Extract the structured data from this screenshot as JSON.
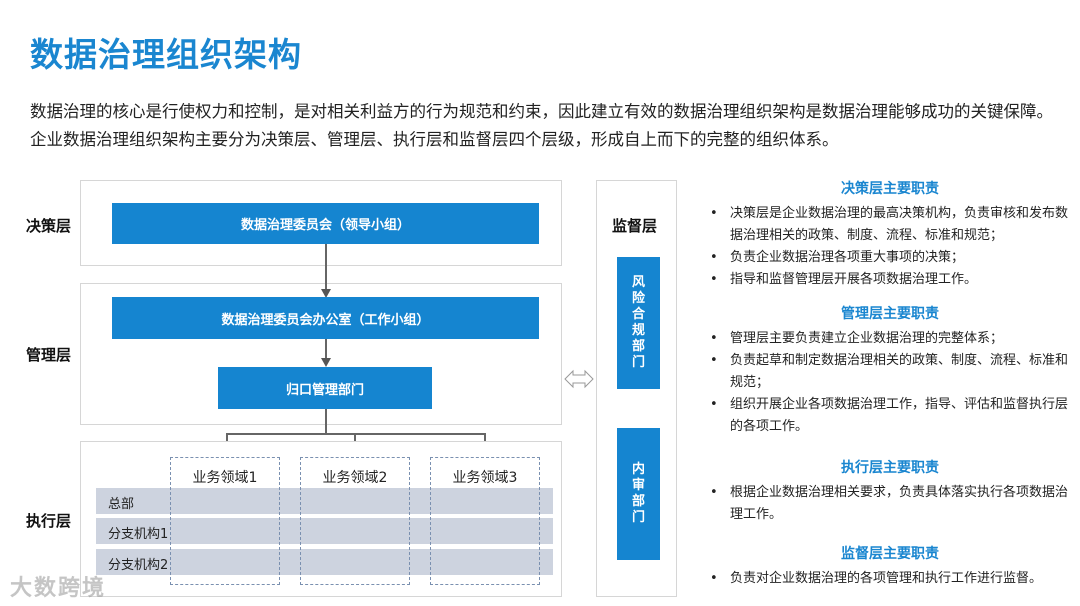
{
  "title": "数据治理组织架构",
  "intro": "数据治理的核心是行使权力和控制，是对相关利益方的行为规范和约束，因此建立有效的数据治理组织架构是数据治理能够成功的关键保障。企业数据治理组织架构主要分为决策层、管理层、执行层和监督层四个层级，形成自上而下的完整的组织体系。",
  "layers": {
    "decision": "决策层",
    "management": "管理层",
    "execution": "执行层",
    "supervision": "监督层"
  },
  "decision_box": "数据治理委员会（领导小组）",
  "management_boxes": {
    "office": "数据治理委员会办公室（工作小组）",
    "dept": "归口管理部门"
  },
  "execution": {
    "domains": [
      "业务领域1",
      "业务领域2",
      "业务领域3"
    ],
    "rows": [
      "总部",
      "分支机构1",
      "分支机构2"
    ]
  },
  "supervision_boxes": {
    "risk": [
      "风",
      "险",
      "合",
      "规",
      "部",
      "门"
    ],
    "audit": [
      "内",
      "审",
      "部",
      "门"
    ]
  },
  "responsibilities": [
    {
      "title": "决策层主要职责",
      "items": [
        "决策层是企业数据治理的最高决策机构，负责审核和发布数据治理相关的政策、制度、流程、标准和规范；",
        "负责企业数据治理各项重大事项的决策；",
        "指导和监督管理层开展各项数据治理工作。"
      ]
    },
    {
      "title": "管理层主要职责",
      "items": [
        "管理层主要负责建立企业数据治理的完整体系；",
        "负责起草和制定数据治理相关的政策、制度、流程、标准和规范；",
        "组织开展企业各项数据治理工作，指导、评估和监督执行层的各项工作。"
      ]
    },
    {
      "title": "执行层主要职责",
      "items": [
        "根据企业数据治理相关要求，负责具体落实执行各项数据治理工作。"
      ]
    },
    {
      "title": "监督层主要职责",
      "items": [
        "负责对企业数据治理的各项管理和执行工作进行监督。"
      ]
    }
  ],
  "watermark": "大数跨境",
  "colors": {
    "accent": "#1585d0",
    "title": "#1a86d0",
    "band": "#cdd3df"
  }
}
